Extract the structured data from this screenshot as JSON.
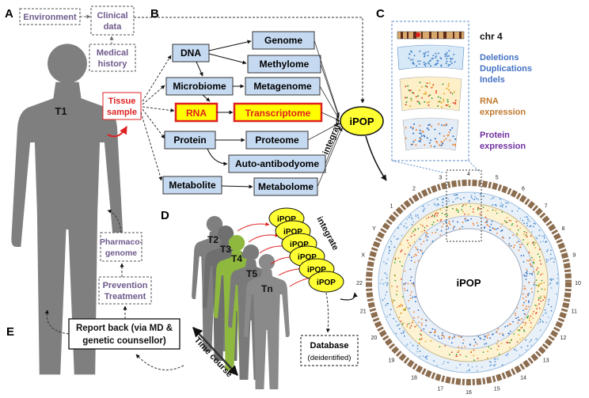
{
  "panels": {
    "a": "A",
    "b": "B",
    "c": "C",
    "d": "D",
    "e": "E"
  },
  "panel_a": {
    "environment": "Environment",
    "clinical_data_line1": "Clinical",
    "clinical_data_line2": "data",
    "medical_history_line1": "Medical",
    "medical_history_line2": "history",
    "body_label": "T1",
    "tissue_sample_line1": "Tissue",
    "tissue_sample_line2": "sample",
    "pharmacogenome_line1": "Pharmaco-",
    "pharmacogenome_line2": "genome",
    "prevention_line1": "Prevention",
    "prevention_line2": "Treatment"
  },
  "panel_b": {
    "dna": "DNA",
    "microbiome": "Microbiome",
    "rna": "RNA",
    "protein": "Protein",
    "metabolite": "Metabolite",
    "genome": "Genome",
    "methylome": "Methylome",
    "metagenome": "Metagenome",
    "transcriptome": "Transcriptome",
    "proteome": "Proteome",
    "autoantibodyome": "Auto-antibodyome",
    "metabolome": "Metabolome",
    "integrate": "integrate",
    "ipop": "iPOP"
  },
  "panel_c": {
    "chr": "chr 4",
    "variants_line1": "Deletions",
    "variants_line2": "Duplications",
    "variants_line3": "Indels",
    "rna_line1": "RNA",
    "rna_line2": "expression",
    "protein_line1": "Protein",
    "protein_line2": "expression",
    "center": "iPOP",
    "chromosomes": [
      "1",
      "2",
      "3",
      "4",
      "5",
      "6",
      "7",
      "8",
      "9",
      "10",
      "11",
      "12",
      "13",
      "14",
      "15",
      "16",
      "17",
      "18",
      "19",
      "20",
      "21",
      "22",
      "X",
      "Y"
    ]
  },
  "panel_d": {
    "t2": "T2",
    "t3": "T3",
    "t4": "T4",
    "t5": "T5",
    "tn": "Tn",
    "ipop": "iPOP",
    "integrate": "integrate",
    "time_course": "Time course",
    "database_line1": "Database",
    "database_line2": "(deidentified)"
  },
  "panel_e": {
    "report_line1": "Report back (via MD &",
    "report_line2": "genetic counsellor)"
  },
  "colors": {
    "box_fill": "#c5d9f1",
    "rna_fill": "#ffff00",
    "rna_border": "#e02020",
    "ipop_fill": "#ffff33",
    "tissue_text": "#e02020",
    "dashed_text": "#6e5a8c",
    "human_gray": "#7f7f7f",
    "human_green": "#8fb83f",
    "variants_text": "#4472c4",
    "rna_expr_text": "#c0792e",
    "protein_expr_text": "#7030a0"
  }
}
